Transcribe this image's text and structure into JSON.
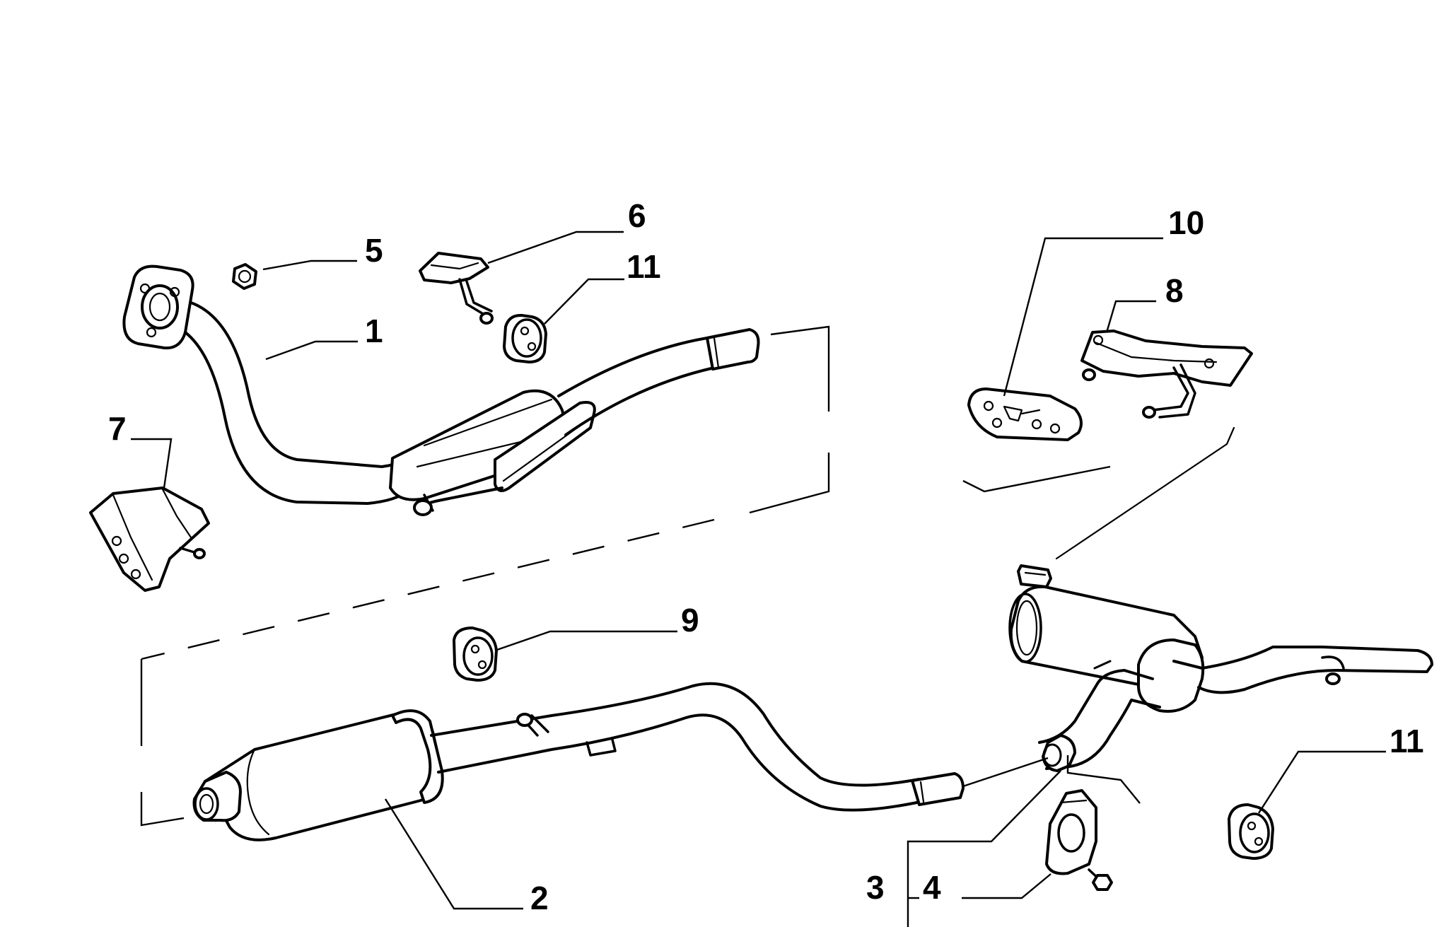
{
  "diagram": {
    "type": "exploded-parts-view",
    "callouts": [
      {
        "id": "c1",
        "label": "1"
      },
      {
        "id": "c2",
        "label": "2"
      },
      {
        "id": "c3",
        "label": "3"
      },
      {
        "id": "c4",
        "label": "4"
      },
      {
        "id": "c5",
        "label": "5"
      },
      {
        "id": "c6",
        "label": "6"
      },
      {
        "id": "c7",
        "label": "7"
      },
      {
        "id": "c8",
        "label": "8"
      },
      {
        "id": "c9",
        "label": "9"
      },
      {
        "id": "c10",
        "label": "10"
      },
      {
        "id": "c11a",
        "label": "11"
      },
      {
        "id": "c11b",
        "label": "11"
      }
    ],
    "colors": {
      "ink": "#000000",
      "background": "#ffffff"
    }
  }
}
